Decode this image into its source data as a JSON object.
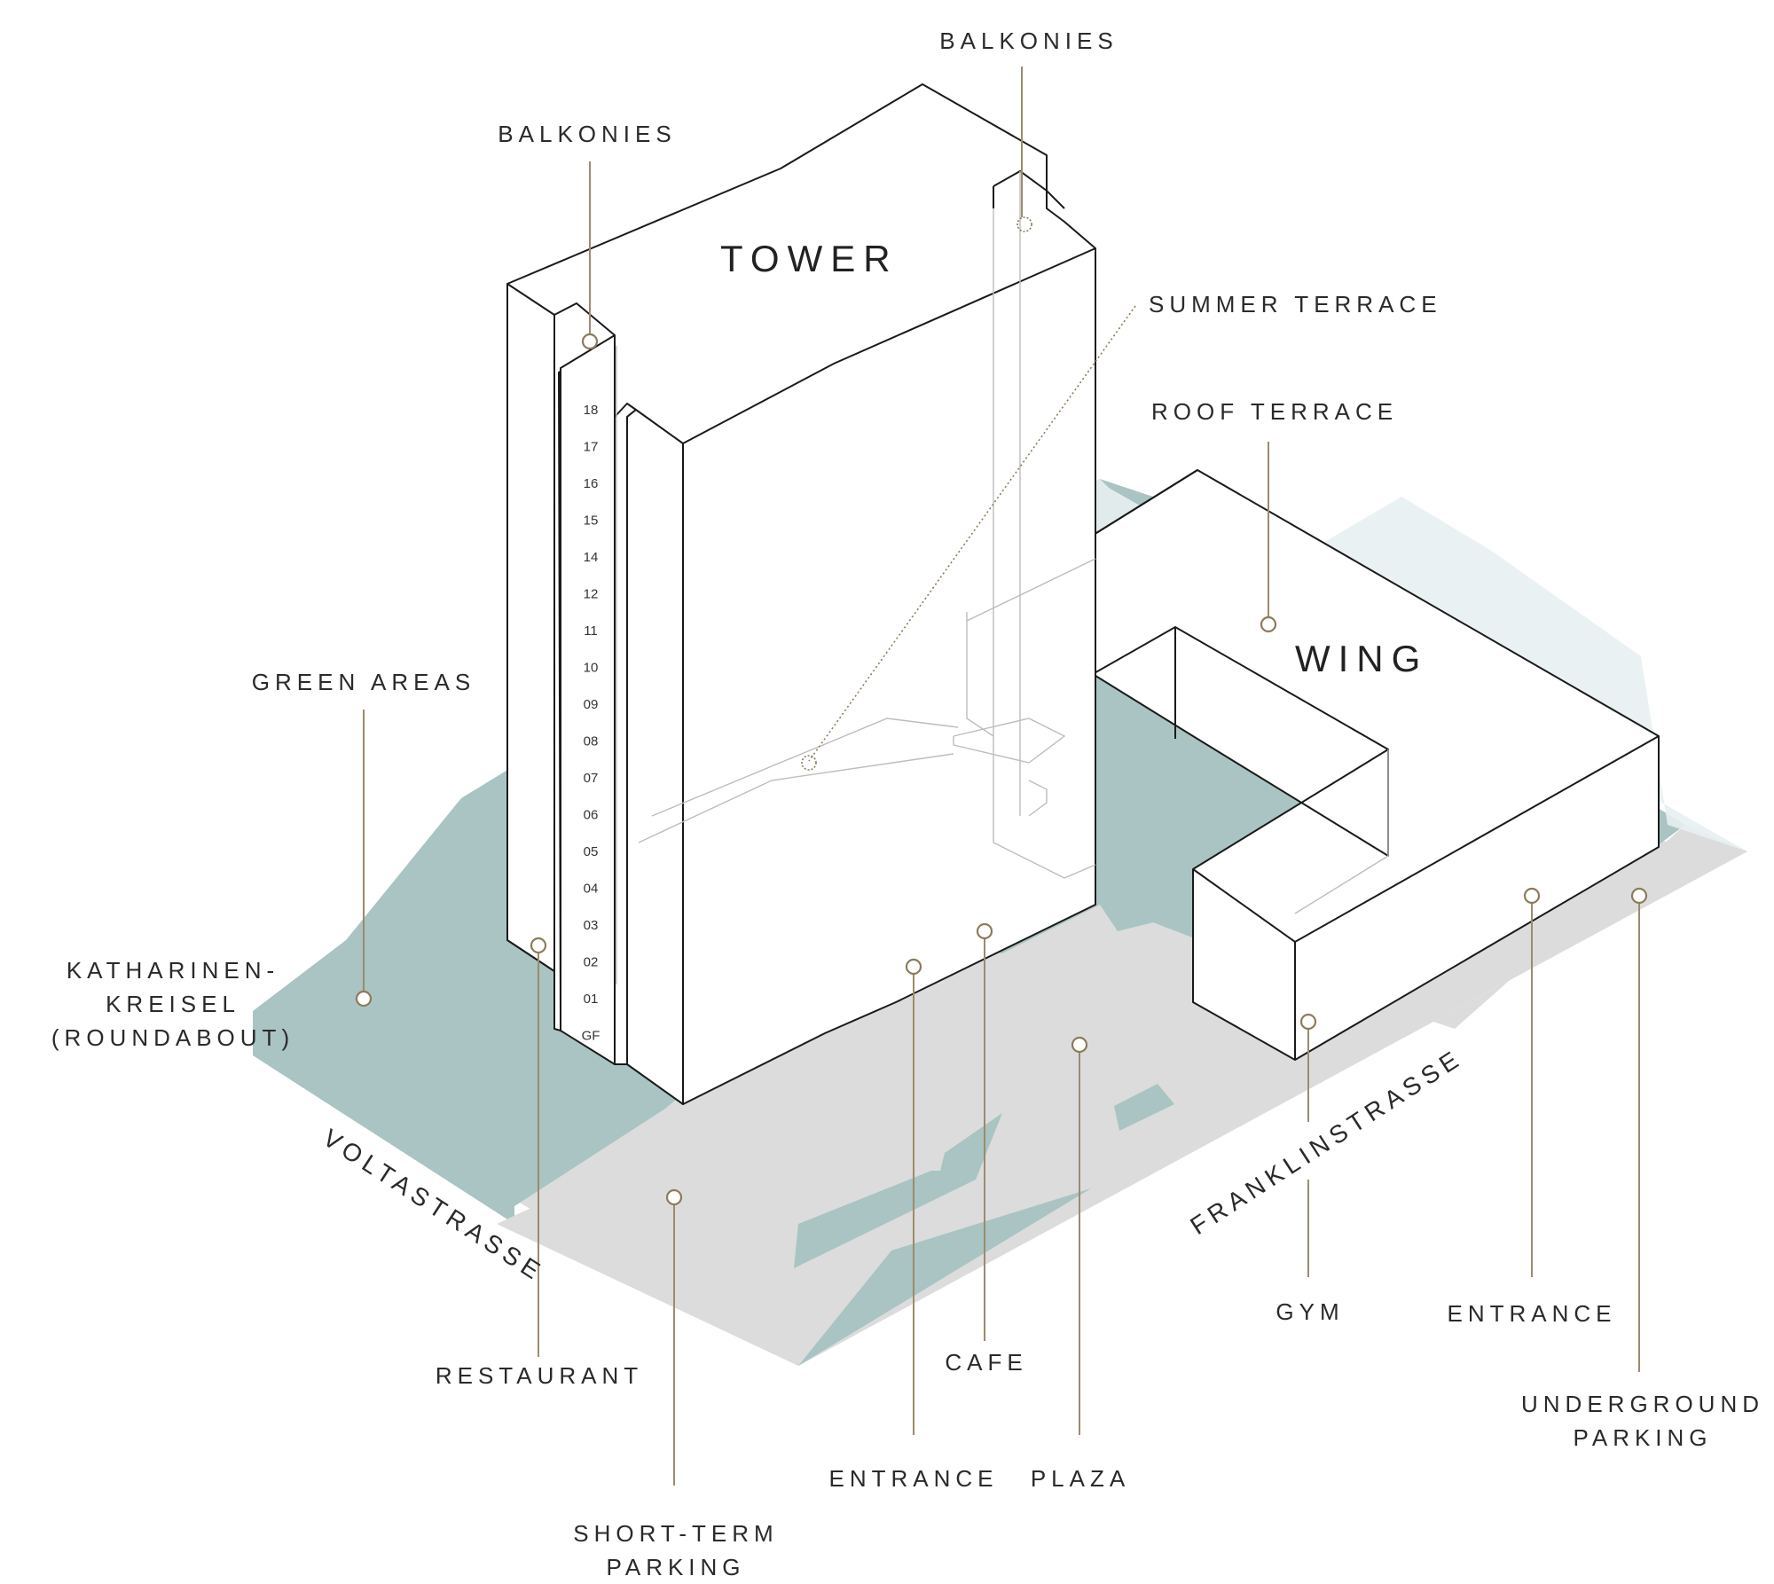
{
  "buildings": {
    "tower": "TOWER",
    "wing": "WING"
  },
  "floors": [
    "18",
    "17",
    "16",
    "15",
    "14",
    "12",
    "11",
    "10",
    "09",
    "08",
    "07",
    "06",
    "05",
    "04",
    "03",
    "02",
    "01",
    "GF"
  ],
  "labels": {
    "balkonies_left": "BALKONIES",
    "balkonies_top": "BALKONIES",
    "summer_terrace": "SUMMER TERRACE",
    "roof_terrace": "ROOF TERRACE",
    "green_areas": "GREEN AREAS",
    "roundabout_line1": "KATHARINEN-",
    "roundabout_line2": "KREISEL",
    "roundabout_line3": "(ROUNDABOUT)",
    "restaurant": "RESTAURANT",
    "short_term_line1": "SHORT-TERM",
    "short_term_line2": "PARKING",
    "entrance_main": "ENTRANCE",
    "cafe": "CAFE",
    "plaza": "PLAZA",
    "gym": "GYM",
    "entrance_wing": "ENTRANCE",
    "underground_line1": "UNDERGROUND",
    "underground_line2": "PARKING"
  },
  "streets": {
    "left": "VOLTASTRASSE",
    "right": "FRANKLINSTRASSE"
  },
  "colors": {
    "green": "#a9c4c3",
    "paving": "#dcdcdc",
    "glass": "#e8f0f1",
    "terrace": "#efe9e0",
    "leader": "#9c8b6c"
  }
}
